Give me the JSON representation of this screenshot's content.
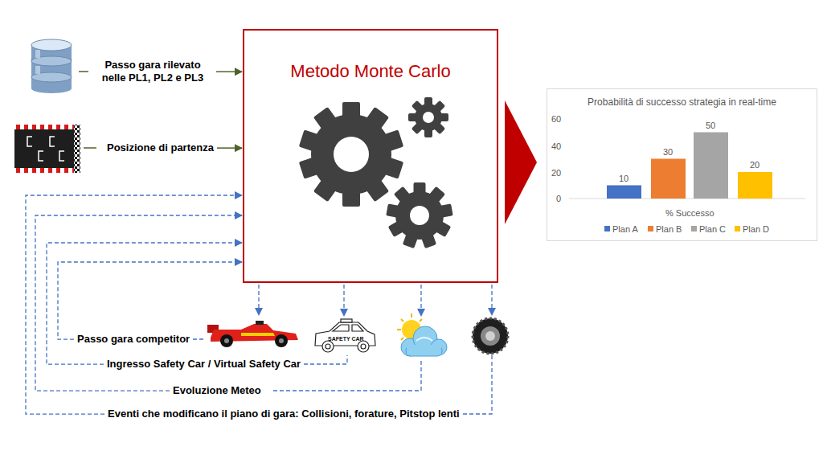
{
  "diagram": {
    "nodes": [
      {
        "text": [
          "Metodo Monte Carlo"
        ]
      },
      {
        "text": [
          "Passo gara rilevato nelle PL1, PL2 e PL3"
        ]
      },
      {
        "text": [
          "Posizione di partenza"
        ]
      },
      {
        "text": [
          "Passo gara competitor"
        ]
      },
      {
        "text": [
          "Ingresso Safety Car / Virtual Safety Car"
        ]
      },
      {
        "text": [
          "Evoluzione Meteo"
        ]
      },
      {
        "text": [
          "Eventi che modificano il piano di gara: Collisioni, forature, Pitstop lenti"
        ]
      },
      {
        "text": [
          "Probabilità di successo strategia in real-time"
        ]
      }
    ],
    "edges": [
      {
        "from": 1,
        "to": 0,
        "arrow": "to"
      },
      {
        "from": 2,
        "to": 0,
        "arrow": "to"
      },
      {
        "from": 3,
        "to": 0,
        "arrow": "to"
      },
      {
        "from": 4,
        "to": 0,
        "arrow": "to"
      },
      {
        "from": 5,
        "to": 0,
        "arrow": "to"
      },
      {
        "from": 6,
        "to": 0,
        "arrow": "to"
      },
      {
        "from": 0,
        "to": 7,
        "arrow": "to"
      }
    ],
    "labels": [
      "SAFETY CAR",
      "60",
      "40",
      "20",
      "0",
      "10",
      "30",
      "50",
      "20",
      "% Successo"
    ],
    "legend": [
      {
        "text": "Plan A",
        "color": "#4472C4"
      },
      {
        "text": "Plan B",
        "color": "#ED7D31"
      },
      {
        "text": "Plan C",
        "color": "#A5A5A5"
      },
      {
        "text": "Plan D",
        "color": "#FFC000"
      }
    ]
  }
}
